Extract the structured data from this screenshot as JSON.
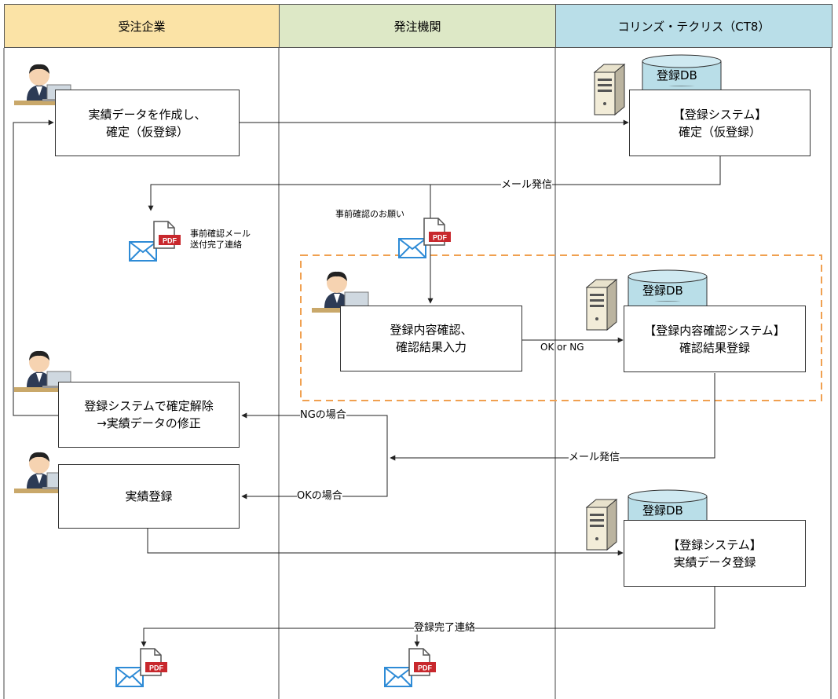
{
  "lanes": {
    "contractor": "受注企業",
    "orderer": "発注機関",
    "corins": "コリンズ・テクリス（CT8）"
  },
  "boxes": {
    "create_line1": "実績データを作成し、",
    "create_line2": "確定（仮登録）",
    "sys1_line1": "【登録システム】",
    "sys1_line2": "確定（仮登録）",
    "confirm_line1": "登録内容確認、",
    "confirm_line2": "確認結果入力",
    "sys2_line1": "【登録内容確認システム】",
    "sys2_line2": "確認結果登録",
    "fix_line1": "登録システムで確定解除",
    "fix_line2": "→実績データの修正",
    "register": "実績登録",
    "sys3_line1": "【登録システム】",
    "sys3_line2": "実績データ登録"
  },
  "db_label": "登録DB",
  "labels": {
    "mail_send_1": "メール発信",
    "mail_send_2": "メール発信",
    "pre_confirm_request": "事前確認のお願い",
    "pre_mail_line1": "事前確認メール",
    "pre_mail_line2": "送付完了連絡",
    "ok_or_ng": "OK or NG",
    "ng_case": "NGの場合",
    "ok_case": "OKの場合",
    "complete": "登録完了連絡"
  },
  "icons": {
    "pdf": "PDF"
  },
  "colors": {
    "lane_contractor": "#fbe3a6",
    "lane_orderer": "#dde8c6",
    "lane_corins": "#b9dee8",
    "dashed_region": "#f0a050",
    "mail_icon": "#2e8bd6",
    "pdf_badge": "#c8282d"
  }
}
